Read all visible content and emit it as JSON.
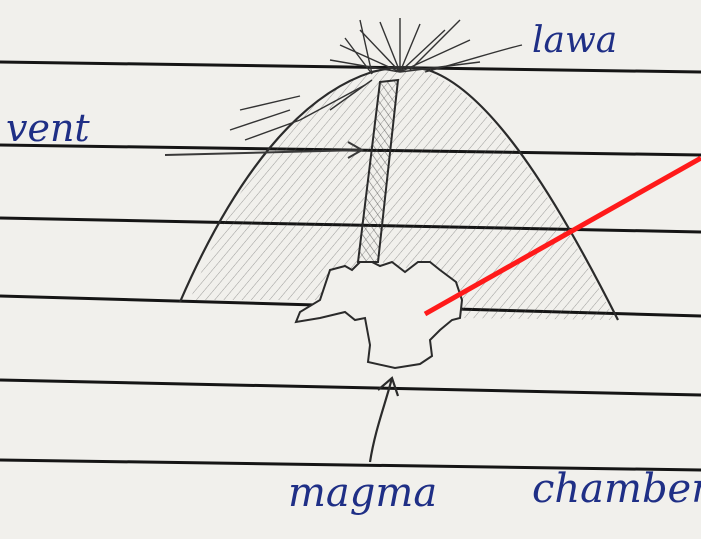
{
  "labels": {
    "lava": "lawa",
    "vent": "vent",
    "magma": "magma",
    "chamber": "chamber"
  },
  "colors": {
    "paper": "#f1f0ec",
    "ruled_line": "#151515",
    "ink": "#1f2f86",
    "pencil": "#3a3a3a",
    "pointer": "#ff1a1a"
  }
}
